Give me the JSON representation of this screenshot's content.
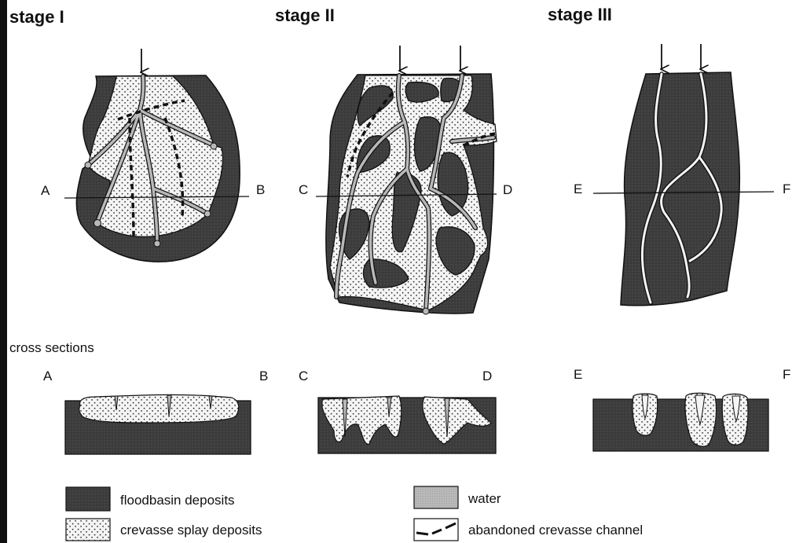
{
  "stages": [
    {
      "title": "stage I",
      "left_label": "A",
      "right_label": "B"
    },
    {
      "title": "stage II",
      "left_label": "C",
      "right_label": "D"
    },
    {
      "title": "stage III",
      "left_label": "E",
      "right_label": "F"
    }
  ],
  "cross_sections": {
    "heading": "cross sections",
    "labels": [
      "A",
      "B",
      "C",
      "D",
      "E",
      "F"
    ]
  },
  "legend": {
    "floodbasin": "floodbasin deposits",
    "splay": "crevasse splay deposits",
    "water": "water",
    "abandoned": "abandoned crevasse channel"
  },
  "colors": {
    "floodbasin": "#3d3d3d",
    "splay_background": "#f4f4f4",
    "water": "#b8b8b8",
    "outline": "#111111"
  }
}
